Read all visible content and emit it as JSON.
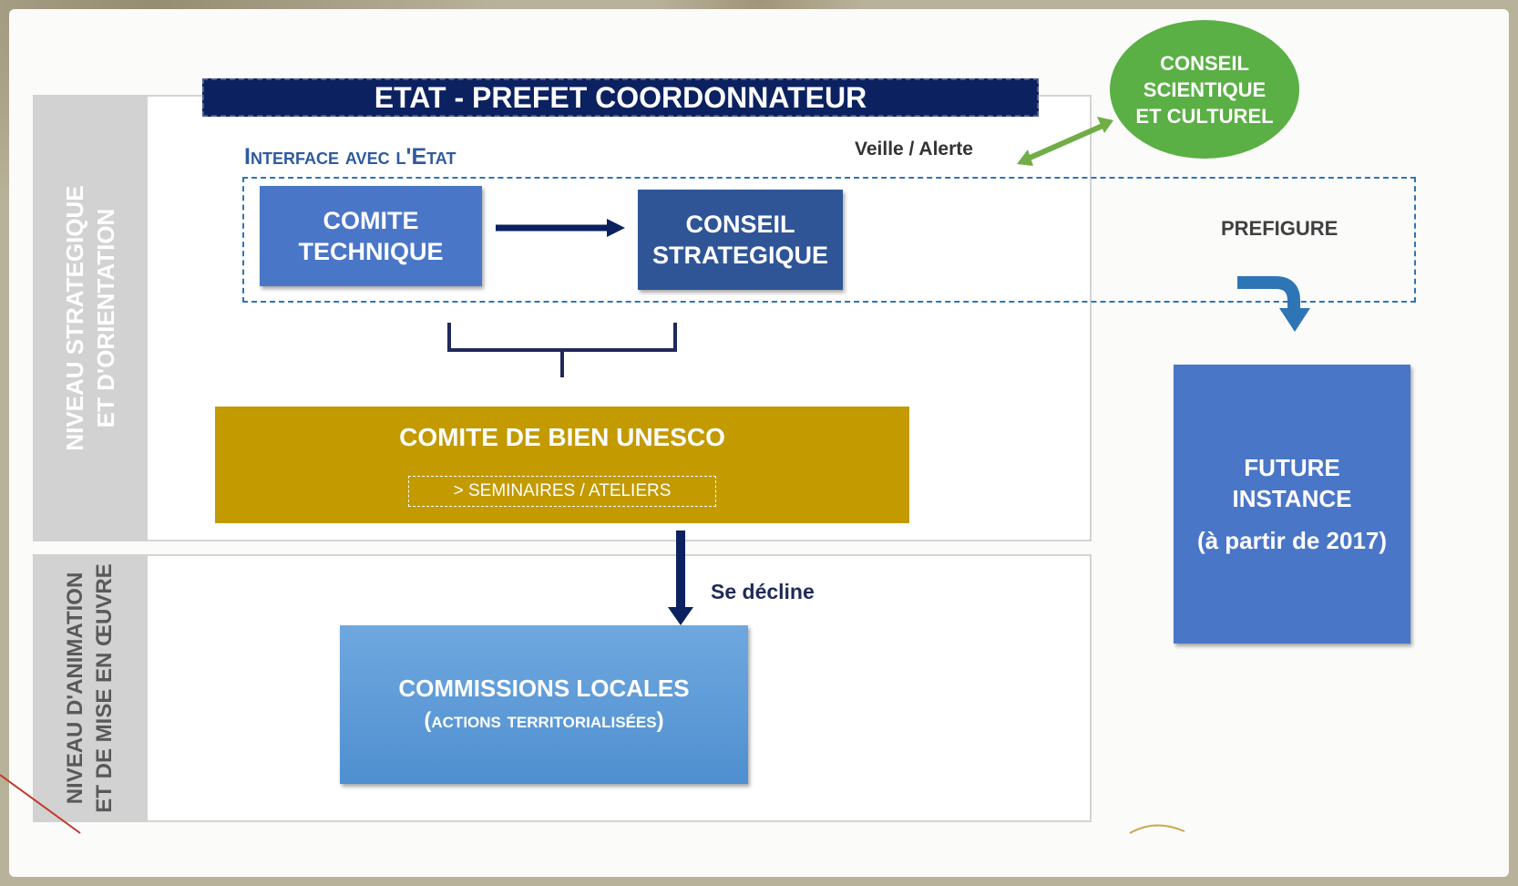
{
  "banner": {
    "title": "ETAT - PREFET COORDONNATEUR"
  },
  "side_labels": {
    "strategic": [
      "NIVEAU STRATEGIQUE",
      "ET D'ORIENTATION"
    ],
    "animation": [
      "NIVEAU D'ANIMATION",
      "ET DE MISE EN ŒUVRE"
    ]
  },
  "interface_label": "Interface avec l'Etat",
  "comite_technique": [
    "COMITE",
    "TECHNIQUE"
  ],
  "conseil_strategique": [
    "CONSEIL",
    "STRATEGIQUE"
  ],
  "conseil_scientifique": [
    "CONSEIL",
    "SCIENTIQUE",
    "ET CULTUREL"
  ],
  "veille_alerte": "Veille / Alerte",
  "prefigure": "PREFIGURE",
  "comite_bien": {
    "title": "COMITE DE BIEN UNESCO",
    "subtitle": "> SEMINAIRES / ATELIERS"
  },
  "se_decline": "Se décline",
  "commissions": {
    "title": "COMMISSIONS LOCALES",
    "subtitle": "(actions territorialisées)"
  },
  "future_instance": {
    "line1": "FUTURE",
    "line2": "INSTANCE",
    "line3": "(à partir de 2017)"
  },
  "colors": {
    "navy": "#0b2160",
    "blue_box": "#4a76c8",
    "dark_blue_box": "#2f5597",
    "gold": "#c39a00",
    "green": "#5aaf45",
    "arrow_green": "#70ad47",
    "light_blue": "#5b9bd5",
    "gray_sidebar": "#d2d2d2"
  }
}
